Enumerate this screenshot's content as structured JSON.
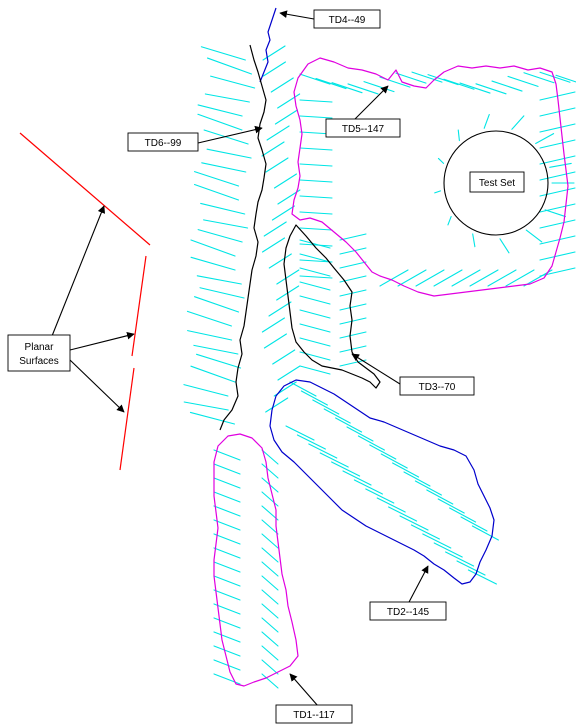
{
  "colors": {
    "planar": "#ff0000",
    "needles": "#00e5e5",
    "magenta": "#e000e0",
    "blue": "#0000cc",
    "black": "#000000"
  },
  "labels": {
    "td4": "TD4--49",
    "td5": "TD5--147",
    "td6": "TD6--99",
    "test_set": "Test Set",
    "planar_1": "Planar",
    "planar_2": "Surfaces",
    "td3": "TD3--70",
    "td2": "TD2--145",
    "td1": "TD1--117"
  }
}
